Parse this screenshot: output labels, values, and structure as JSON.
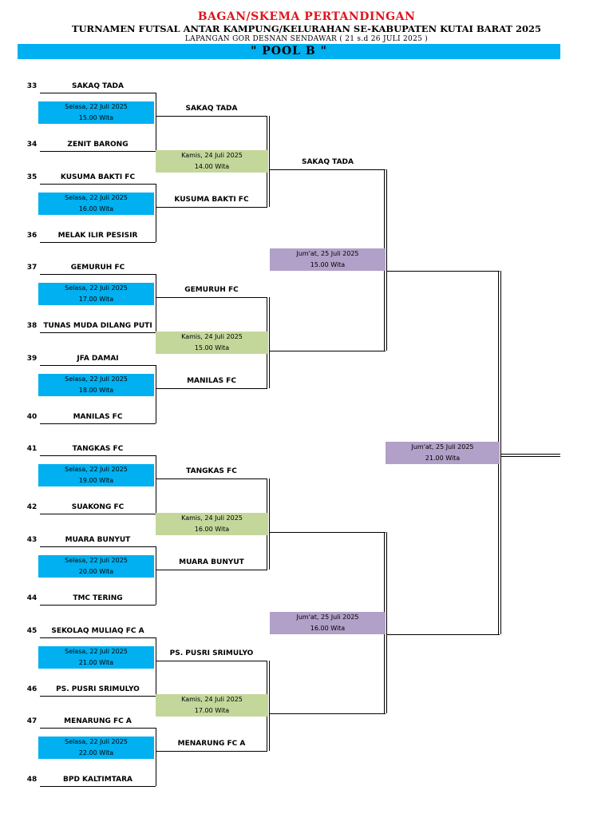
{
  "header": {
    "title": "BAGAN/SKEMA PERTANDINGAN",
    "subtitle": "TURNAMEN FUTSAL ANTAR KAMPUNG/KELURAHAN SE-KABUPATEN KUTAI BARAT 2025",
    "venue": "LAPANGAN GOR DESNAN SENDAWAR  ( 21 s.d 26 JULI 2025 )",
    "pool": "\" POOL  B \""
  },
  "round1": [
    {
      "num_a": "33",
      "team_a": "SAKAQ TADA",
      "num_b": "34",
      "team_b": "ZENIT BARONG",
      "date": "Selasa, 22 Juli 2025",
      "time": "15.00 Wita",
      "winner": "SAKAQ TADA"
    },
    {
      "num_a": "35",
      "team_a": "KUSUMA BAKTI FC",
      "num_b": "36",
      "team_b": "MELAK ILIR PESISIR",
      "date": "Selasa, 22 Juli 2025",
      "time": "16.00 Wita",
      "winner": "KUSUMA BAKTI FC"
    },
    {
      "num_a": "37",
      "team_a": "GEMURUH FC",
      "num_b": "38",
      "team_b": "TUNAS MUDA DILANG PUTI",
      "date": "Selasa, 22 Juli 2025",
      "time": "17.00 Wita",
      "winner": "GEMURUH FC"
    },
    {
      "num_a": "39",
      "team_a": "JFA DAMAI",
      "num_b": "40",
      "team_b": "MANILAS FC",
      "date": "Selasa, 22 Juli 2025",
      "time": "18.00 Wita",
      "winner": "MANILAS FC"
    },
    {
      "num_a": "41",
      "team_a": "TANGKAS FC",
      "num_b": "42",
      "team_b": "SUAKONG FC",
      "date": "Selasa, 22 Juli 2025",
      "time": "19.00 Wita",
      "winner": "TANGKAS FC"
    },
    {
      "num_a": "43",
      "team_a": "MUARA BUNYUT",
      "num_b": "44",
      "team_b": "TMC TERING",
      "date": "Selasa, 22 Juli 2025",
      "time": "20.00 Wita",
      "winner": "MUARA BUNYUT"
    },
    {
      "num_a": "45",
      "team_a": "SEKOLAQ MULIAQ FC A",
      "num_b": "46",
      "team_b": "PS. PUSRI SRIMULYO",
      "date": "Selasa, 22 Juli 2025",
      "time": "21.00 Wita",
      "winner": "PS. PUSRI SRIMULYO"
    },
    {
      "num_a": "47",
      "team_a": "MENARUNG FC A",
      "num_b": "48",
      "team_b": "BPD KALTIMTARA",
      "date": "Selasa, 22 Juli 2025",
      "time": "22.00 Wita",
      "winner": "MENARUNG FC A"
    }
  ],
  "round2": [
    {
      "date": "Kamis, 24 Juli 2025",
      "time": "14.00 Wita",
      "winner": "SAKAQ TADA"
    },
    {
      "date": "Kamis, 24 Juli 2025",
      "time": "15.00 Wita",
      "winner": ""
    },
    {
      "date": "Kamis, 24 Juli 2025",
      "time": "16.00 Wita",
      "winner": ""
    },
    {
      "date": "Kamis, 24 Juli 2025",
      "time": "17.00 Wita",
      "winner": ""
    }
  ],
  "round3": [
    {
      "date": "Jum'at, 25 Juli 2025",
      "time": "15.00 Wita"
    },
    {
      "date": "Jum'at, 25 Juli 2025",
      "time": "16.00 Wita"
    }
  ],
  "round4": [
    {
      "date": "Jum'at, 25 Juli 2025",
      "time": "21.00 Wita"
    }
  ]
}
